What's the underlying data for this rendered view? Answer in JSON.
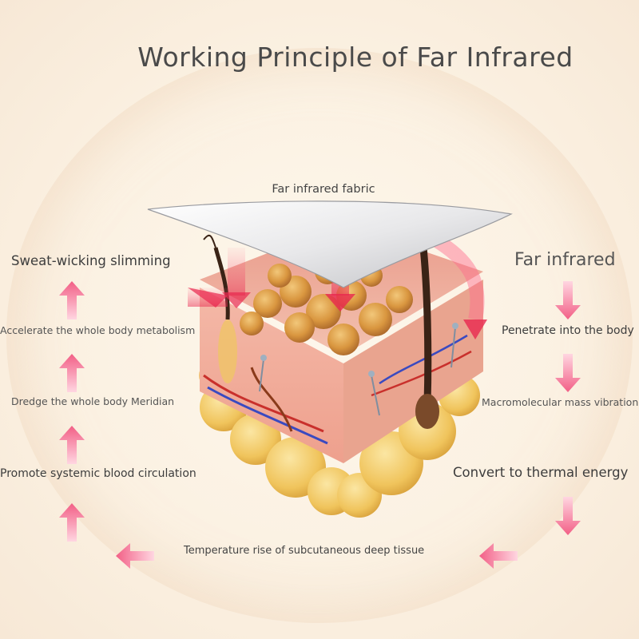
{
  "title": "Working Principle of Far Infrared",
  "fabric_label": "Far infrared fabric",
  "left_steps": {
    "top": "Sweat-wicking slimming",
    "metabolism": "Accelerate the whole body metabolism",
    "meridian": "Dredge the whole body Meridian",
    "circulation": "Promote systemic blood circulation"
  },
  "right_steps": {
    "top": "Far infrared",
    "penetrate": "Penetrate into the body",
    "vibration": "Macromolecular mass vibration",
    "convert": "Convert to thermal energy"
  },
  "bottom_step": "Temperature rise of subcutaneous deep tissue",
  "colors": {
    "arrow_pink": "#f25f86",
    "arrow_light": "#ffd6e1",
    "background": "#fbf1e2"
  },
  "icons": [
    "up-arrow-icon",
    "down-arrow-icon",
    "left-arrow-icon",
    "skin-cross-section-illustration"
  ]
}
